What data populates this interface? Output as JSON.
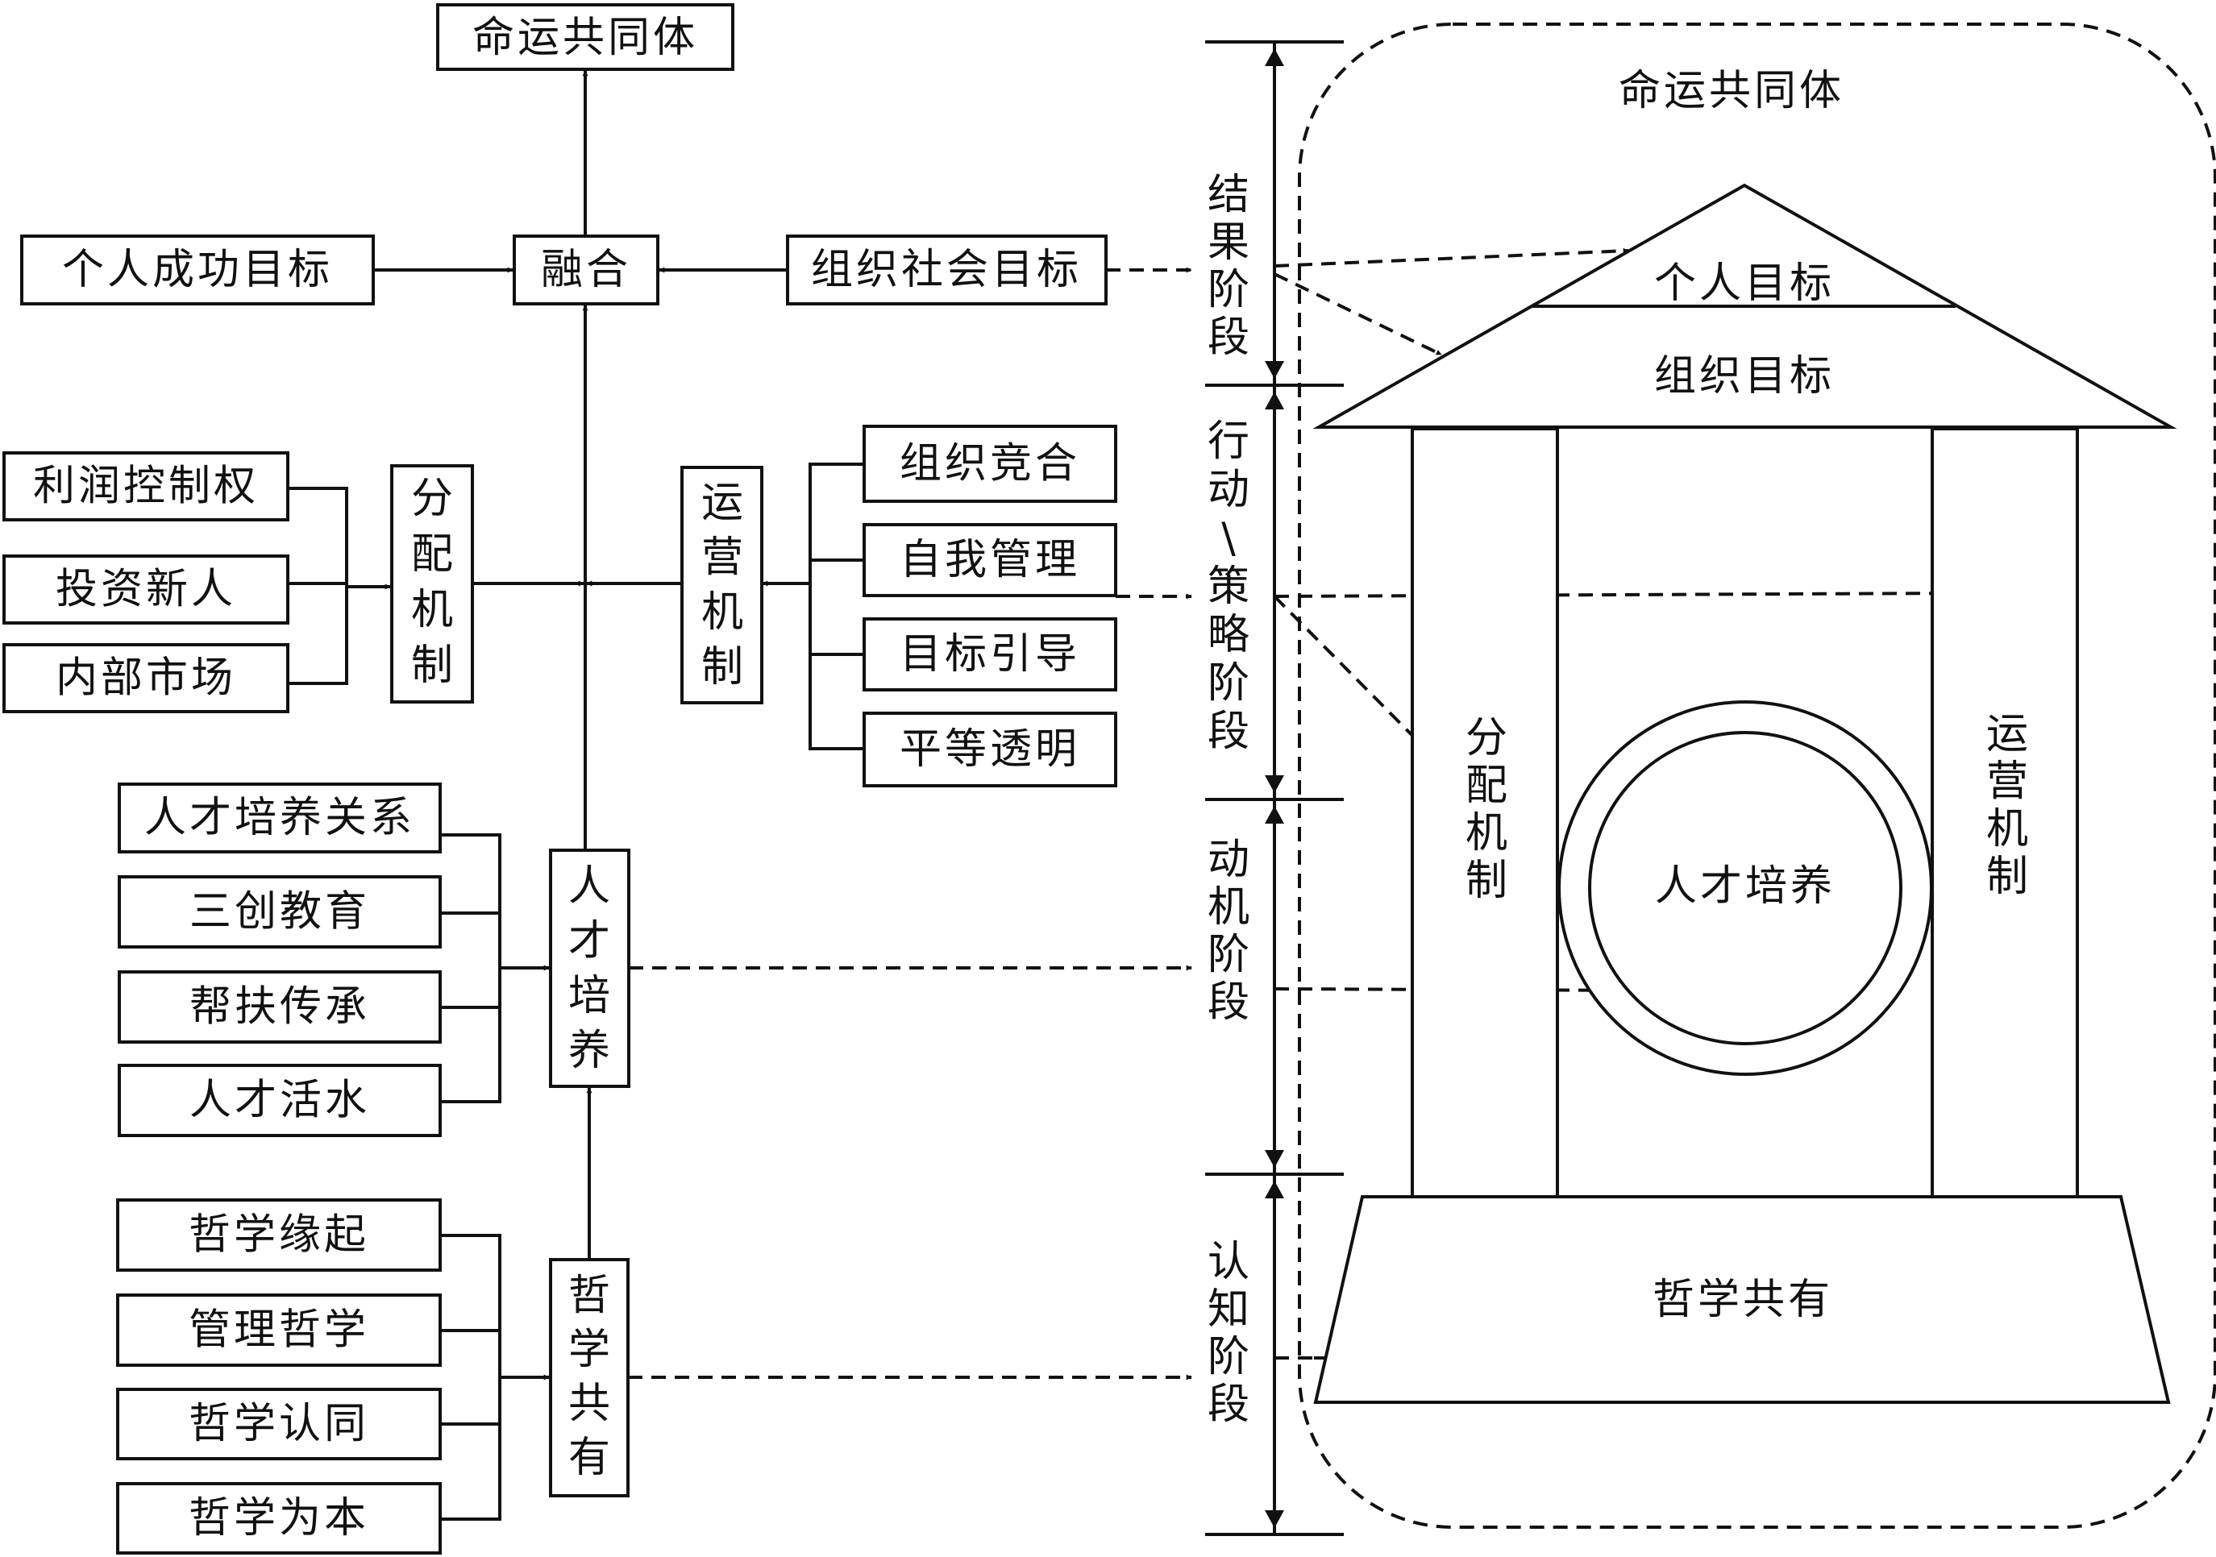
{
  "left": {
    "top_result": "命运共同体",
    "fusion": "融合",
    "personal_goal": "个人成功目标",
    "org_goal": "组织社会目标",
    "distribution_mechanism": "分配机制",
    "operation_mechanism": "运营机制",
    "distribution_items": [
      "利润控制权",
      "投资新人",
      "内部市场"
    ],
    "operation_items": [
      "组织竞合",
      "自我管理",
      "目标引导",
      "平等透明"
    ],
    "talent_cultivation": "人才培养",
    "talent_items": [
      "人才培养关系",
      "三创教育",
      "帮扶传承",
      "人才活水"
    ],
    "philosophy_shared": "哲学共有",
    "philosophy_items": [
      "哲学缘起",
      "管理哲学",
      "哲学认同",
      "哲学为本"
    ]
  },
  "stages": {
    "result": "结果阶段",
    "action": "行动\\策略阶段",
    "motivation": "动机阶段",
    "cognition": "认知阶段"
  },
  "house": {
    "title": "命运共同体",
    "roof_top": "个人目标",
    "roof_bottom": "组织目标",
    "left_pillar": "分配机制",
    "right_pillar": "运营机制",
    "center": "人才培养",
    "base": "哲学共有"
  }
}
